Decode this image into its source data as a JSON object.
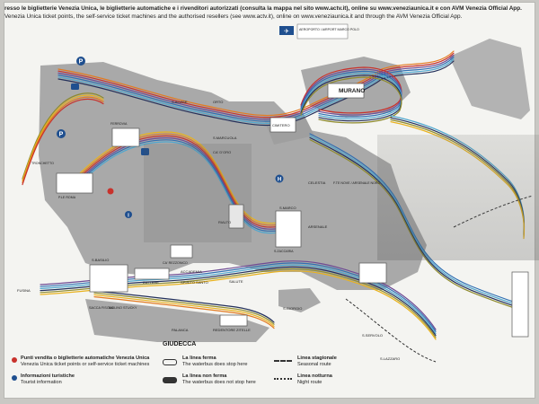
{
  "header": {
    "line1": "resso le biglietterie Venezia Unica, le biglietterie automatiche e i rivenditori autorizzati (consulta la mappa nel sito www.actv.it), online su www.veneziaunica.it e con AVM Venezia Official App.",
    "line2": "Venezia Unica ticket points, the self-service ticket machines and the authorised resellers (see www.actv.it), online on www.veneziaunica.it and through the AVM Venezia Official App."
  },
  "places": {
    "airport": "AEROPORTO / AIRPORT MARCO POLO",
    "murano": "MURANO",
    "cimitero": "CIMITERO",
    "celestia": "CELESTIA",
    "arsenale_nord": "F.TE NOVE / ARSENALE NORD",
    "s_marcuola": "S.MARCUOLA",
    "ca_doro": "CA' D'ORO",
    "rialto": "RIALTO",
    "s_marco": "S.MARCO",
    "arsenale": "ARSENALE",
    "accademia": "ACCADEMIA",
    "ca_rezzonico": "CA' REZZONICO",
    "zattere": "ZATTERE",
    "spirito_santo": "SPIRITO SANTO",
    "salute": "SALUTE",
    "s_basilio": "S.BASILIO",
    "sacca_fisola": "SACCA FISOLA",
    "molino_stucky": "MOLINO STUCKY",
    "palanca": "PALANCA",
    "redentore": "REDENTORE",
    "zitelle": "ZITELLE",
    "giudecca": "GIUDECCA",
    "s_giorgio": "S.GIORGIO",
    "s_servolo": "S.SERVOLO",
    "s_lazzaro": "S.LAZZARO",
    "fusina": "FUSINA",
    "tronchetto": "TRONCHETTO",
    "p_roma": "P.LE ROMA",
    "ferrovia": "FERROVIA",
    "s_alvise": "S.ALVISE",
    "orto": "ORTO",
    "s_zaccaria": "S.ZACCARIA"
  },
  "legend": {
    "ticket_title": "Punti vendita o biglietterie automatiche Venezia Unica",
    "ticket_sub": "Venezia Unica ticket points or self-service ticket machines",
    "info_title": "Informazioni turistiche",
    "info_sub": "Tourist information",
    "ferma_title": "La linea ferma",
    "ferma_sub": "The waterbus does stop here",
    "nonferma_title": "La linea non ferma",
    "nonferma_sub": "The waterbus does not stop here",
    "seasonal_title": "Linea stagionale",
    "seasonal_sub": "Seasonal route",
    "night_title": "Linea notturna",
    "night_sub": "Night route"
  },
  "colors": {
    "board": "#f4f4f1",
    "land": "#a7a7a7",
    "line_yellow": "#e9b21d",
    "line_orange": "#e47a1f",
    "line_red": "#c8322c",
    "line_purple": "#6e4b94",
    "line_blue": "#2f6fb3",
    "line_cyan": "#4fa7cf",
    "line_navy": "#23305b",
    "line_olive": "#8e8a2c"
  },
  "icons": [
    "bus-icon",
    "parking-icon",
    "ticket-icon",
    "info-icon",
    "hospital-icon",
    "plane-icon",
    "train-icon"
  ]
}
